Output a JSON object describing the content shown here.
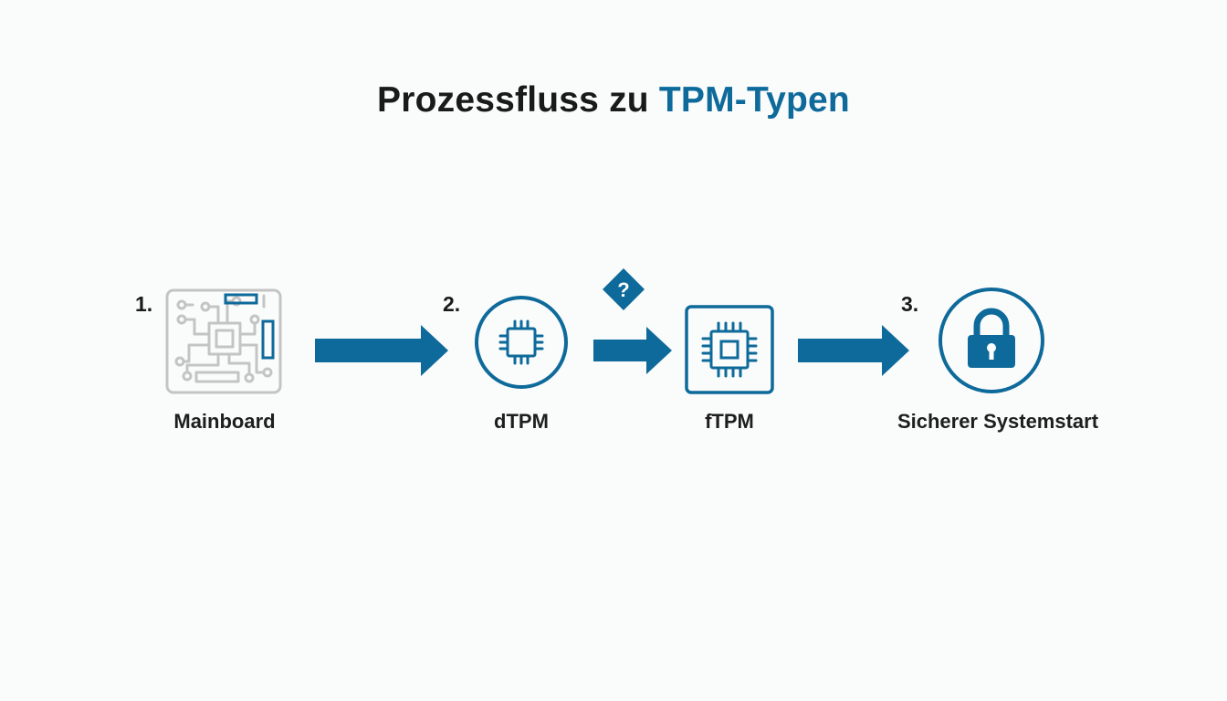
{
  "title": {
    "part1": "Prozessfluss zu ",
    "part2": "TPM-Typen"
  },
  "colors": {
    "accent": "#0d6a9a",
    "gray": "#c4c4c4",
    "text": "#1a1a1a",
    "background": "#fafbfb"
  },
  "steps": [
    {
      "number": "1.",
      "label": "Mainboard",
      "icon": "circuit-board-icon"
    },
    {
      "number": "2.",
      "label": "dTPM",
      "icon": "chip-icon"
    },
    {
      "number": "",
      "label": "fTPM",
      "icon": "chip-icon"
    },
    {
      "number": "3.",
      "label": "Sicherer Systemstart",
      "icon": "lock-icon"
    }
  ],
  "decision_marker": {
    "symbol": "?",
    "icon": "question-diamond-icon"
  }
}
